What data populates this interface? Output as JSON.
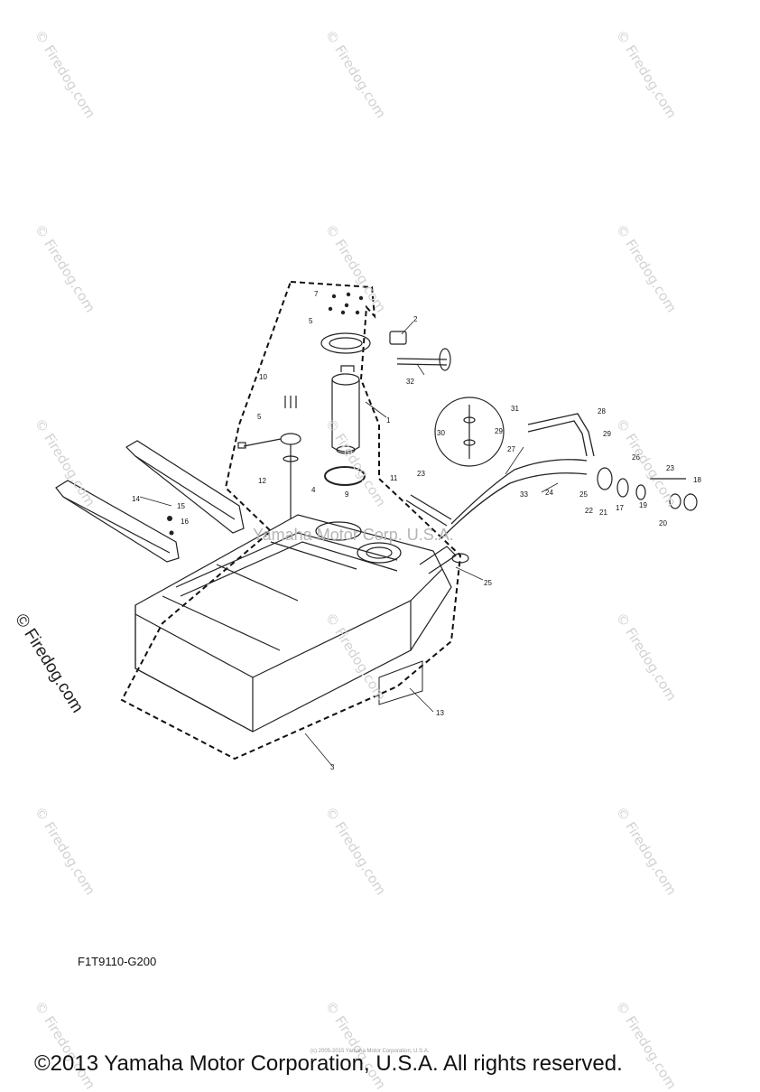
{
  "watermark": "© Firedog.com",
  "side_watermark": "© Firedog.com",
  "center_watermark": "Yamaha Motor Corp. U.S.A.",
  "diagram_code": "F1T9110-G200",
  "tiny_notice": "(c) 2005-2015 Yamaha Motor Corporation, U.S.A.",
  "copyright": "©2013 Yamaha Motor Corporation, U.S.A. All rights reserved.",
  "part_labels": [
    "1",
    "2",
    "3",
    "4",
    "5",
    "5",
    "7",
    "9",
    "10",
    "11",
    "12",
    "13",
    "14",
    "15",
    "16",
    "17",
    "18",
    "19",
    "20",
    "21",
    "22",
    "23",
    "23",
    "24",
    "25",
    "25",
    "26",
    "27",
    "28",
    "29",
    "29",
    "30",
    "31",
    "32",
    "33"
  ]
}
